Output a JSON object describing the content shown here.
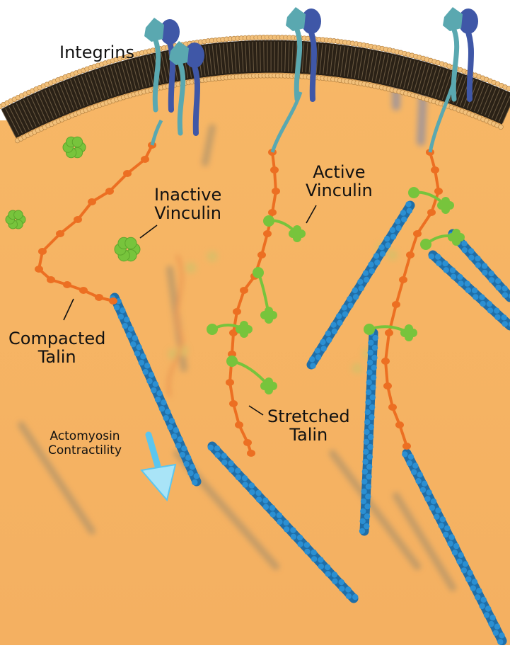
{
  "labels": {
    "integrins": "Integrins",
    "inactive_vinculin": [
      "Inactive",
      "Vinculin"
    ],
    "active_vinculin": [
      "Active",
      "Vinculin"
    ],
    "compacted_talin": [
      "Compacted",
      "Talin"
    ],
    "stretched_talin": [
      "Stretched",
      "Talin"
    ],
    "actomyosin": [
      "Actomyosin",
      "Contractility"
    ]
  },
  "colors": {
    "cytoplasm": "#f6b567",
    "membrane_head": "#f2c07a",
    "membrane_tail": "#2a2116",
    "talin": "#ec6f22",
    "vinculin": "#77c43c",
    "actin": "#2b8fd2",
    "integrin_alpha": "#5aa8b0",
    "integrin_beta": "#3f57a7",
    "arrow": "#5cc6ef"
  }
}
